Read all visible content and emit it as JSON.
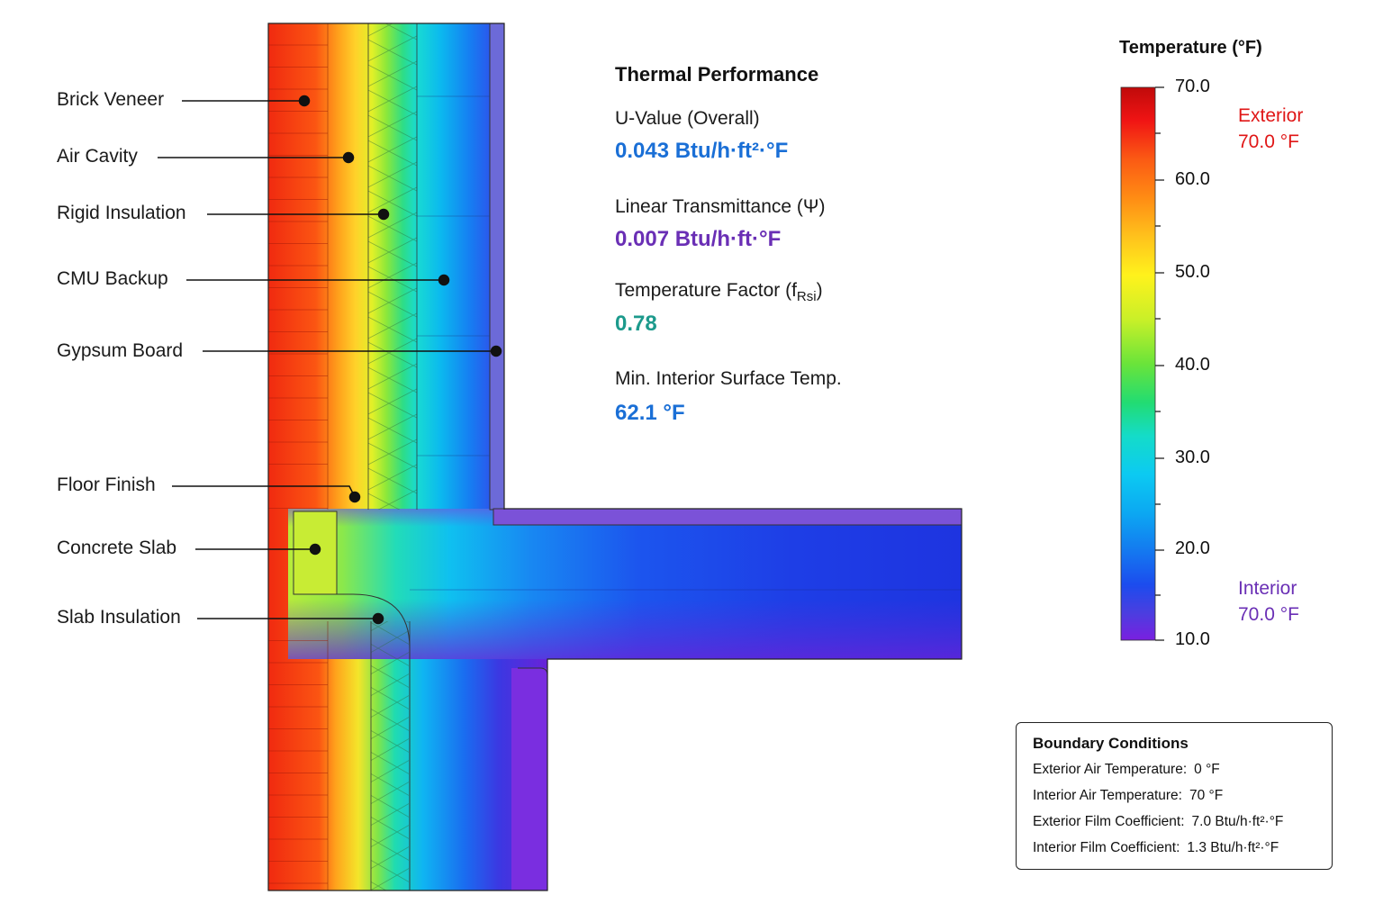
{
  "labels": {
    "brick_veneer": "Brick Veneer",
    "air_cavity": "Air Cavity",
    "rigid_insulation": "Rigid Insulation",
    "cmu_backup": "CMU Backup",
    "gypsum_board": "Gypsum Board",
    "floor_finish": "Floor Finish",
    "concrete_slab": "Concrete Slab",
    "slab_insulation": "Slab Insulation"
  },
  "performance": {
    "title": "Thermal Performance",
    "u_value_label": "U-Value (Overall)",
    "u_value": "0.043 Btu/h·ft²·°F",
    "psi_label": "Linear Transmittance (Ψ)",
    "psi_value": "0.007 Btu/h·ft·°F",
    "frsi_label_prefix": "Temperature Factor (f",
    "frsi_label_sub": "Rsi",
    "frsi_label_suffix": ")",
    "frsi_value": "0.78",
    "min_temp_label": "Min. Interior Surface Temp.",
    "min_temp_value": "62.1 °F"
  },
  "legend": {
    "title": "Temperature (°F)",
    "ticks": [
      "70.0",
      "60.0",
      "50.0",
      "40.0",
      "30.0",
      "20.0",
      "10.0"
    ],
    "exterior_label": "Exterior",
    "exterior_value": "70.0 °F",
    "interior_label": "Interior",
    "interior_value": "70.0 °F"
  },
  "boundary": {
    "title": "Boundary Conditions",
    "ext_air_label": "Exterior Air Temperature:",
    "ext_air_value": "0 °F",
    "int_air_label": "Interior Air Temperature:",
    "int_air_value": "70 °F",
    "ext_film_label": "Exterior Film Coefficient:",
    "ext_film_value": "7.0 Btu/h·ft²·°F",
    "int_film_label": "Interior Film Coefficient:",
    "int_film_value": "1.3 Btu/h·ft²·°F"
  },
  "colors": {
    "blue_value": "#1a6fd6",
    "purple_value": "#6a2fb5",
    "teal_value": "#1c9a8c",
    "exterior_red": "#e01616",
    "interior_purple": "#6a2fb5"
  }
}
